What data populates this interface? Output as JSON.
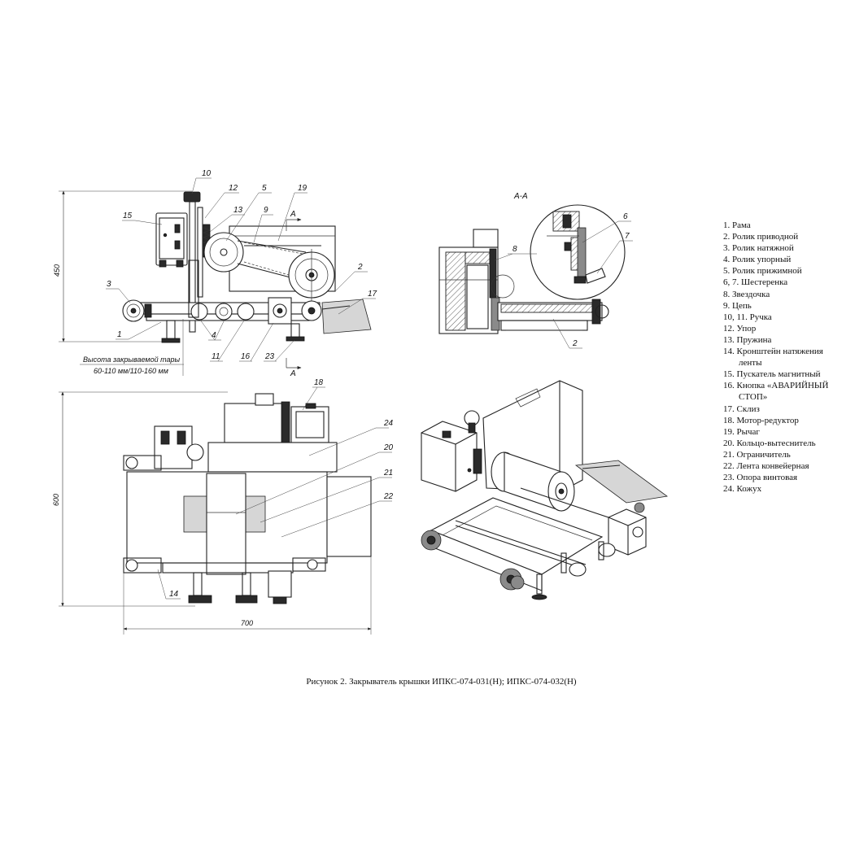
{
  "figure": {
    "caption": "Рисунок 2. Закрыватель крышки ИПКС-074-031(Н); ИПКС-074-032(Н)",
    "section_title": "А-А",
    "section_mark": "А",
    "dimensions": {
      "height_front": "450",
      "height_top": "600",
      "width_top": "700"
    },
    "note_line1": "Высота закрываемой тары",
    "note_line2": "60-110 мм/110-160 мм",
    "callouts_front": [
      "10",
      "12",
      "5",
      "19",
      "15",
      "13",
      "9",
      "2",
      "3",
      "17",
      "1",
      "4",
      "11",
      "16",
      "23"
    ],
    "callouts_section": [
      "6",
      "7",
      "8",
      "2"
    ],
    "callouts_top": [
      "18",
      "24",
      "20",
      "21",
      "22",
      "14"
    ]
  },
  "legend": [
    {
      "label": "1. Рама"
    },
    {
      "label": "2. Ролик приводной"
    },
    {
      "label": "3. Ролик натяжной"
    },
    {
      "label": "4. Ролик упорный"
    },
    {
      "label": "5. Ролик прижимной"
    },
    {
      "label": "6, 7. Шестеренка"
    },
    {
      "label": "8. Звездочка"
    },
    {
      "label": "9. Цепь"
    },
    {
      "label": "10, 11. Ручка"
    },
    {
      "label": "12. Упор"
    },
    {
      "label": "13. Пружина"
    },
    {
      "label": "14. Кронштейн натяжения",
      "cont": "ленты"
    },
    {
      "label": "15. Пускатель магнитный"
    },
    {
      "label": "16. Кнопка «АВАРИЙНЫЙ",
      "cont": "СТОП»"
    },
    {
      "label": "17. Склиз"
    },
    {
      "label": "18. Мотор-редуктор"
    },
    {
      "label": "19. Рычаг"
    },
    {
      "label": "20. Кольцо-вытеснитель"
    },
    {
      "label": "21. Ограничитель"
    },
    {
      "label": "22. Лента конвейерная"
    },
    {
      "label": "23. Опора винтовая"
    },
    {
      "label": "24. Кожух"
    }
  ]
}
